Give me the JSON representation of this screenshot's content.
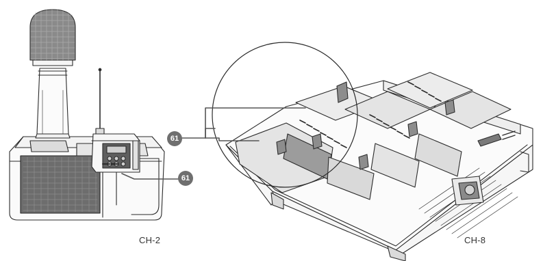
{
  "callouts": [
    {
      "label": "61"
    },
    {
      "label": "61"
    }
  ],
  "models": {
    "left": "CH-2",
    "right": "CH-8"
  }
}
